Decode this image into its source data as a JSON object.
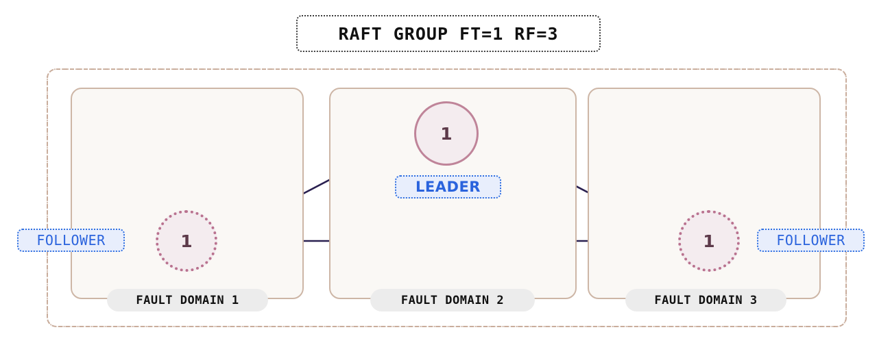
{
  "diagram": {
    "title": "RAFT GROUP FT=1 RF=3",
    "colors": {
      "outer_border": "#c9ad9c",
      "domain_border": "#cdb6a6",
      "domain_fill": "#faf8f5",
      "node_fill": "#f4ecef",
      "leader_border": "#bf8499",
      "follower_border": "#b9728f",
      "node_text": "#5d3a4a",
      "badge_text": "#2a63dd",
      "badge_fill": "#e8eefc",
      "badge_border": "#2f6fe0",
      "arrow": "#2a2050",
      "pill_fill": "#ececec"
    },
    "fault_domains": [
      {
        "label": "FAULT DOMAIN 1"
      },
      {
        "label": "FAULT DOMAIN 2"
      },
      {
        "label": "FAULT DOMAIN 3"
      }
    ],
    "nodes": [
      {
        "id": "leader",
        "value": "1",
        "role": "LEADER",
        "domain": "FAULT DOMAIN 2",
        "border_style": "solid"
      },
      {
        "id": "follower-1",
        "value": "1",
        "role": "FOLLOWER",
        "domain": "FAULT DOMAIN 1",
        "border_style": "dotted"
      },
      {
        "id": "follower-2",
        "value": "1",
        "role": "FOLLOWER",
        "domain": "FAULT DOMAIN 3",
        "border_style": "dotted"
      }
    ],
    "edges": [
      {
        "from": "follower-1",
        "to": "leader",
        "direction": "bidirectional"
      },
      {
        "from": "leader",
        "to": "follower-2",
        "direction": "bidirectional"
      },
      {
        "from": "follower-1",
        "to": "follower-2",
        "direction": "bidirectional"
      }
    ]
  }
}
